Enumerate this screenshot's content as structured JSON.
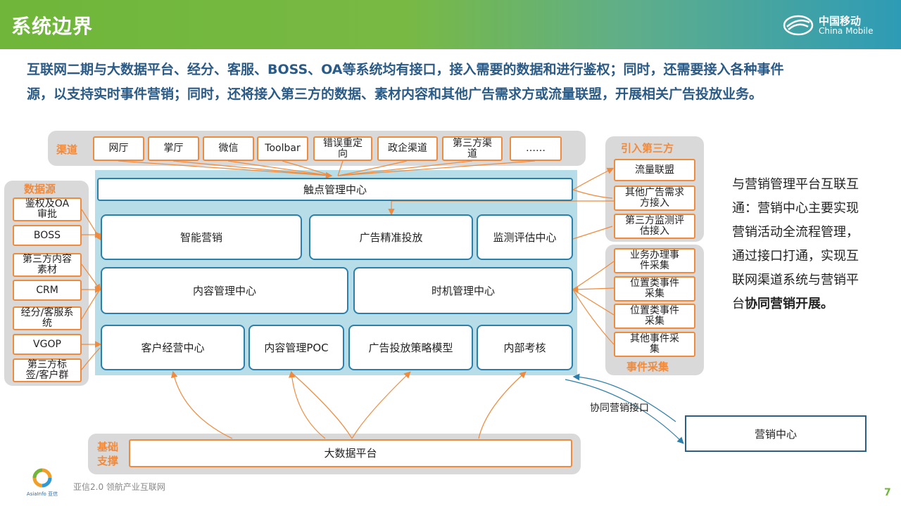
{
  "header": {
    "title": "系统边界",
    "brand_cn": "中国移动",
    "brand_en": "China Mobile"
  },
  "intro": {
    "line1": "互联网二期与大数据平台、经分、客服、BOSS、OA等系统均有接口，接入需要的数据和进行鉴权；同时，还需要接入各种事件",
    "line2": "源，以支持实时事件营销；同时，还将接入第三方的数据、素材内容和其他广告需求方或流量联盟，开展相关广告投放业务。"
  },
  "channels": {
    "label": "渠道",
    "items": [
      "网厅",
      "掌厅",
      "微信",
      "Toolbar",
      "错误重定向",
      "政企渠道",
      "第三方渠道",
      "……"
    ]
  },
  "datasource": {
    "label": "数据源",
    "items": [
      "鉴权及OA审批",
      "BOSS",
      "第三方内容素材",
      "CRM",
      "经分/客服系统",
      "VGOP",
      "第三方标签/客户群"
    ]
  },
  "third_party": {
    "label": "引入第三方",
    "items": [
      "流量联盟",
      "其他广告需求方接入",
      "第三方监测评估接入"
    ]
  },
  "events": {
    "label": "事件采集",
    "items": [
      "业务办理事件采集",
      "位置类事件采集",
      "位置类事件采集",
      "其他事件采集"
    ]
  },
  "core": {
    "touchpoint": "触点管理中心",
    "row1": [
      "智能营销",
      "广告精准投放",
      "监测评估中心"
    ],
    "row2": [
      "内容管理中心",
      "时机管理中心"
    ],
    "row3": [
      "客户经营中心",
      "内容管理POC",
      "广告投放策略模型",
      "内部考核"
    ]
  },
  "base": {
    "label": "基础支撑",
    "platform": "大数据平台"
  },
  "side_note": {
    "normal": "与营销管理平台互联互通：营销中心主要实现营销活动全流程管理，通过接口打通，实现互联网渠道系统与营销平台",
    "bold": "协同营销开展。"
  },
  "marketing_center": {
    "label": "营销中心",
    "interface_label": "协同营销接口"
  },
  "footer": {
    "text": "亚信2.0  领航产业互联网",
    "logo_text": "AsiaInfo 亚信",
    "page": "7"
  },
  "colors": {
    "orange": "#f08a3c",
    "blue": "#2b7fa8",
    "core_bg": "#b7dde8",
    "panel_bg": "#d9d9d9",
    "header_green": "#6fb63a",
    "intro_text": "#2a5a86"
  }
}
